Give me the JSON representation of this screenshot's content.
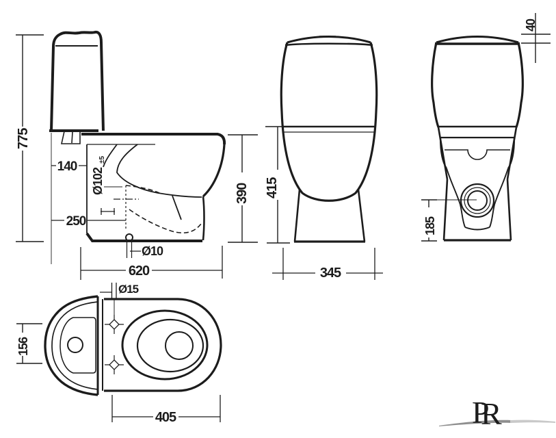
{
  "drawing": {
    "type": "technical-drawing",
    "subject": "Close-coupled toilet (WC) dimensional drawing with side, front, rear and top (plan) views",
    "units": "mm",
    "side_view": {
      "overall_height": "775",
      "flush_hole_offset": "140",
      "trap_centre_height": "250",
      "flush_hole_diameter": "Ø102",
      "flush_hole_tolerance": "±5",
      "bowl_height": "390",
      "fixing_hole_diameter": "Ø10",
      "overall_depth": "620"
    },
    "front_view": {
      "bowl_height": "415",
      "overall_width": "345"
    },
    "rear_view": {
      "lid_height": "40",
      "outlet_centre_height": "185"
    },
    "top_view": {
      "seat_hole_diameter": "Ø15",
      "seat_hole_spacing": "156",
      "bowl_projection": "405"
    },
    "logo": {
      "letter_p": "P",
      "letter_r": "R"
    },
    "colors": {
      "line": "#1c1c1c",
      "logo_text": "#2b3141",
      "swoosh_dark": "#8f8f8f",
      "swoosh_light": "#c9c9c9",
      "background": "#ffffff"
    }
  }
}
